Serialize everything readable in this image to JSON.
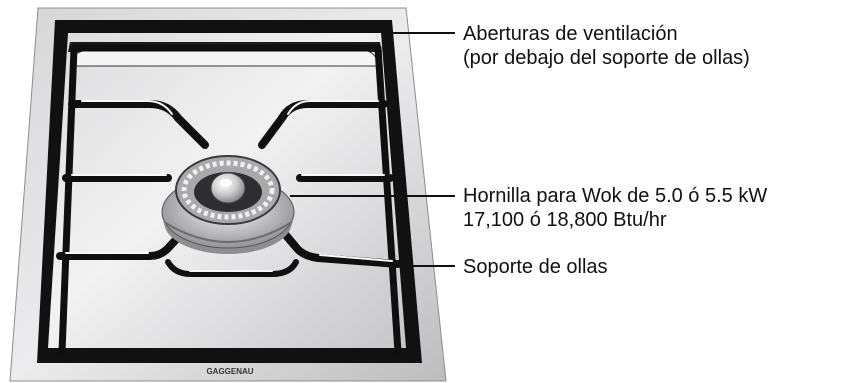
{
  "callouts": {
    "vents": {
      "line1": "Aberturas de ventilación",
      "line2": "(por debajo del soporte de ollas)"
    },
    "burner": {
      "line1": "Hornilla para Wok de 5.0 ó 5.5 kW",
      "line2": "17,100 ó 18,800 Btu/hr"
    },
    "grate": {
      "line1": "Soporte de ollas"
    }
  },
  "brand": "GAGGENAU",
  "colors": {
    "steel": "#c9c9cb",
    "steel_light": "#e4e4e6",
    "frame": "#111111",
    "text": "#111111"
  }
}
